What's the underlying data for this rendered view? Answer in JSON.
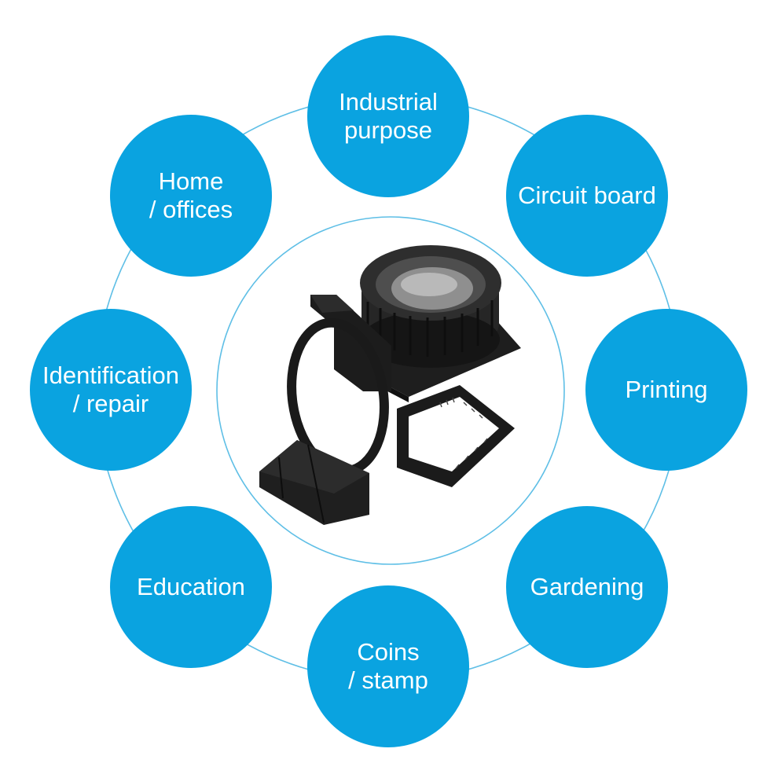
{
  "colors": {
    "bubble": "#0aa3e0",
    "ring": "#5fbfe6"
  },
  "product": {
    "name": "loupe-magnifier-icon"
  },
  "items": [
    {
      "line1": "Industrial",
      "line2": "purpose"
    },
    {
      "line1": "Circuit board",
      "line2": ""
    },
    {
      "line1": "Printing",
      "line2": ""
    },
    {
      "line1": "Gardening",
      "line2": ""
    },
    {
      "line1": "Coins",
      "line2": "/ stamp"
    },
    {
      "line1": "Education",
      "line2": ""
    },
    {
      "line1": "Identification",
      "line2": "/ repair"
    },
    {
      "line1": "Home",
      "line2": "/ offices"
    }
  ]
}
